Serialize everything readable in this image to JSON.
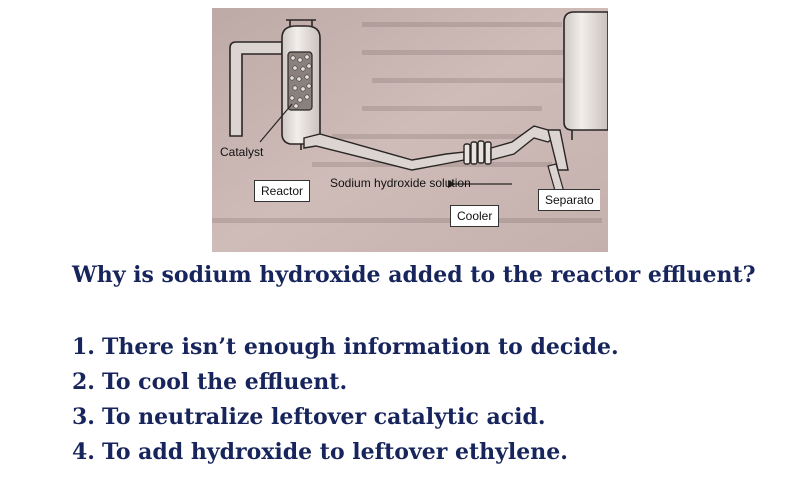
{
  "diagram": {
    "labels": {
      "catalyst": "Catalyst",
      "reactor": "Reactor",
      "naoh": "Sodium hydroxide solution",
      "cooler": "Cooler",
      "separator": "Separato"
    },
    "colors": {
      "paper": "#cdb9b5",
      "line": "#2a2626",
      "vessel": "#e8e3df"
    }
  },
  "question": "Why is sodium hydroxide added to the reactor effluent?",
  "options": [
    {
      "num": "1.",
      "text": "There isn’t enough information to decide."
    },
    {
      "num": "2.",
      "text": "To cool the effluent."
    },
    {
      "num": "3.",
      "text": "To neutralize leftover catalytic acid."
    },
    {
      "num": "4.",
      "text": "To add hydroxide to leftover ethylene."
    }
  ],
  "colors": {
    "text": "#17255c",
    "background": "#ffffff"
  }
}
